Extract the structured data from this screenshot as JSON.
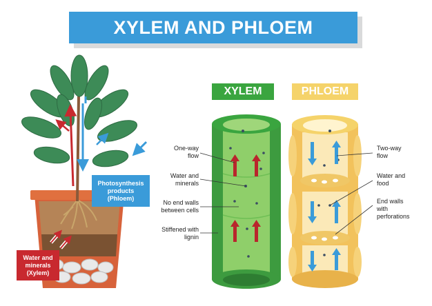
{
  "title": "XYLEM AND PHLOEM",
  "xylem_header": "XYLEM",
  "phloem_header": "PHLOEM",
  "plant": {
    "photosynthesis_line1": "Photosynthesis",
    "photosynthesis_line2": "products",
    "photosynthesis_line3": "(Phloem)",
    "water_line1": "Water and",
    "water_line2": "minerals",
    "water_line3": "(Xylem)"
  },
  "xylem_labels": [
    {
      "l1": "One-way",
      "l2": "flow"
    },
    {
      "l1": "Water and",
      "l2": "minerals"
    },
    {
      "l1": "No end walls",
      "l2": "between cells"
    },
    {
      "l1": "Stiffened with",
      "l2": "lignin"
    }
  ],
  "phloem_labels": [
    {
      "l1": "Two-way",
      "l2": "flow"
    },
    {
      "l1": "Water and",
      "l2": "food"
    },
    {
      "l1": "End walls",
      "l2": "with",
      "l3": "perforations"
    }
  ],
  "colors": {
    "banner": "#3a9bd9",
    "xylem": "#3aa53f",
    "phloem": "#f5d36a",
    "water_box": "#c8292f"
  }
}
